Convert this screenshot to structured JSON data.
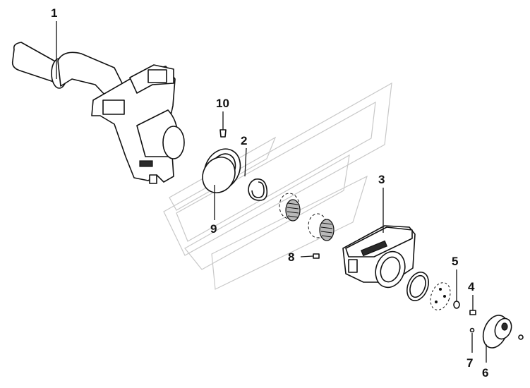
{
  "diagram": {
    "callouts": [
      {
        "id": "1",
        "text": "1"
      },
      {
        "id": "2",
        "text": "2"
      },
      {
        "id": "3",
        "text": "3"
      },
      {
        "id": "4",
        "text": "4"
      },
      {
        "id": "5",
        "text": "5"
      },
      {
        "id": "6",
        "text": "6"
      },
      {
        "id": "7",
        "text": "7"
      },
      {
        "id": "8",
        "text": "8"
      },
      {
        "id": "9",
        "text": "9"
      },
      {
        "id": "10",
        "text": "10"
      }
    ],
    "parts": [
      {
        "callout": "1",
        "icon": "steering-knuckle-icon"
      },
      {
        "callout": "2",
        "icon": "retaining-ring-icon"
      },
      {
        "callout": "3",
        "icon": "bearing-housing-icon"
      },
      {
        "callout": "4",
        "icon": "bolt-icon"
      },
      {
        "callout": "5",
        "icon": "washer-icon"
      },
      {
        "callout": "6",
        "icon": "hub-cap-icon"
      },
      {
        "callout": "7",
        "icon": "pin-icon"
      },
      {
        "callout": "8",
        "icon": "screw-icon"
      },
      {
        "callout": "9",
        "icon": "oil-seal-icon"
      },
      {
        "callout": "10",
        "icon": "grease-nipple-icon"
      }
    ],
    "watermark_icon": "brand-watermark-icon"
  }
}
